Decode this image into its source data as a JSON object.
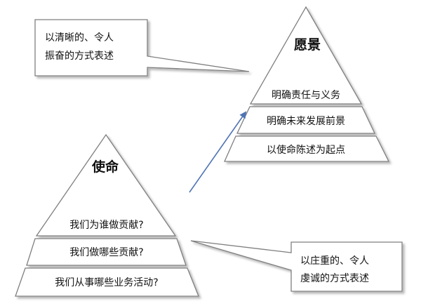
{
  "colors": {
    "stroke": "#7f7f7f",
    "arrow": "#4f74b4",
    "text": "#111111",
    "fill": "#ffffff"
  },
  "vision": {
    "title": "愿景",
    "tiers": [
      "明确责任与义务",
      "明确未来发展前景",
      "以使命陈述为起点"
    ]
  },
  "mission": {
    "title": "使命",
    "tiers": [
      "我们为谁做贡献?",
      "我们做哪些贡献?",
      "我们从事哪些业务活动?"
    ]
  },
  "callout_vision": {
    "lines": [
      "以清晰的、令人",
      "振奋的方式表述"
    ]
  },
  "callout_mission": {
    "lines": [
      "以庄重的、令人",
      "虔诚的方式表述"
    ]
  }
}
